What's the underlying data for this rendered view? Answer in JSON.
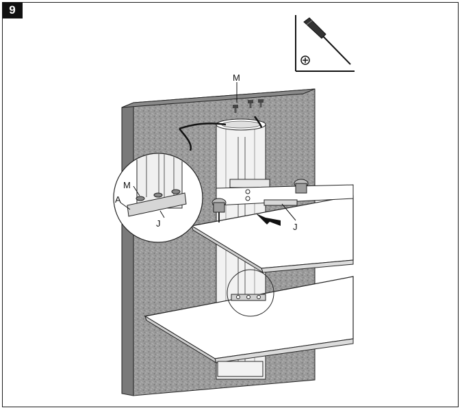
{
  "step": {
    "number": "9"
  },
  "tool": {
    "name": "screwdriver-icon",
    "head_symbol": "phillips-icon"
  },
  "labels": {
    "screws_top": "M",
    "detail_screw": "M",
    "detail_pole": "A",
    "detail_bracket": "J",
    "shelf_bracket": "J"
  }
}
